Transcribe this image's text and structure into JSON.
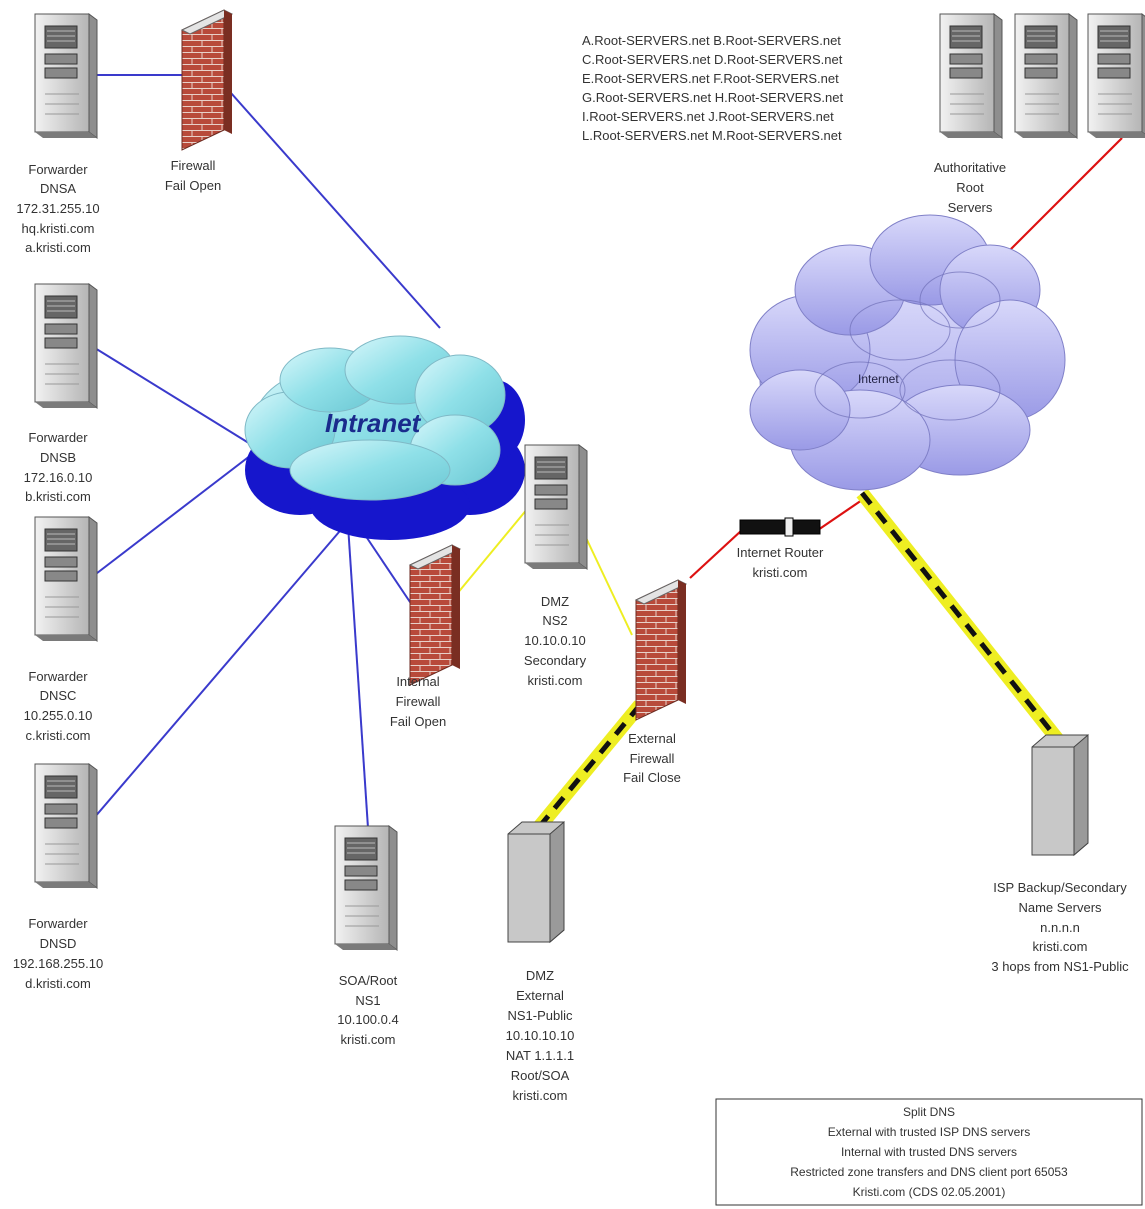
{
  "root_server_list": [
    "A.Root-SERVERS.net B.Root-SERVERS.net",
    "C.Root-SERVERS.net D.Root-SERVERS.net",
    "E.Root-SERVERS.net F.Root-SERVERS.net",
    "G.Root-SERVERS.net H.Root-SERVERS.net",
    "I.Root-SERVERS.net J.Root-SERVERS.net",
    "L.Root-SERVERS.net M.Root-SERVERS.net"
  ],
  "nodes": {
    "dnsa": [
      "Forwarder",
      "DNSA",
      "172.31.255.10",
      "hq.kristi.com",
      "a.kristi.com"
    ],
    "dnsb": [
      "Forwarder",
      "DNSB",
      "172.16.0.10",
      "b.kristi.com"
    ],
    "dnsc": [
      "Forwarder",
      "DNSC",
      "10.255.0.10",
      "c.kristi.com"
    ],
    "dnsd": [
      "Forwarder",
      "DNSD",
      "192.168.255.10",
      "d.kristi.com"
    ],
    "firewall_top": [
      "Firewall",
      "Fail Open"
    ],
    "internal_firewall": [
      "Internal",
      "Firewall",
      "Fail Open"
    ],
    "ns1": [
      "SOA/Root",
      "NS1",
      "10.100.0.4",
      "kristi.com"
    ],
    "ns2": [
      "DMZ",
      "NS2",
      "10.10.0.10",
      "Secondary",
      "kristi.com"
    ],
    "external_firewall": [
      "External",
      "Firewall",
      "Fail Close"
    ],
    "ns1_public": [
      "DMZ",
      "External",
      "NS1-Public",
      "10.10.10.10",
      "NAT 1.1.1.1",
      "Root/SOA",
      "kristi.com"
    ],
    "router": [
      "Internet Router",
      "kristi.com"
    ],
    "root_servers": [
      "Authoritative",
      "Root",
      "Servers"
    ],
    "isp": [
      "ISP Backup/Secondary",
      "Name Servers",
      "n.n.n.n",
      "kristi.com",
      "3 hops from NS1-Public"
    ]
  },
  "clouds": {
    "intranet": "Intranet",
    "internet": "Internet"
  },
  "legend": [
    "Split DNS",
    "External with trusted ISP DNS servers",
    "Internal with trusted DNS servers",
    "Restricted zone transfers and DNS client port 65053",
    "Kristi.com (CDS 02.05.2001)"
  ],
  "colors": {
    "intranet_link": "#3a3acc",
    "internet_link": "#dd1111",
    "dmz_link": "#eeee22",
    "backup_link_fill": "#eeee22",
    "backup_link_dash": "#111111",
    "intranet_cloud": "#8fe0e8",
    "intranet_cloud_shadow": "#1616cc",
    "internet_cloud": "#b9b9f0",
    "firewall_brick": "#b84a3a"
  }
}
